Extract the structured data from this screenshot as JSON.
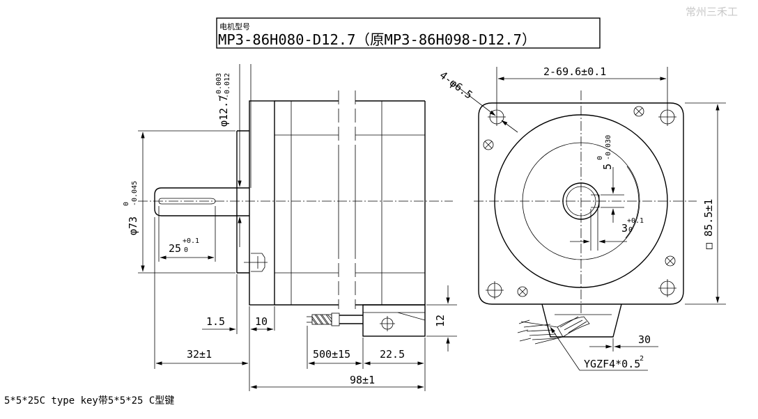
{
  "watermark": "常州三禾工",
  "title_block": {
    "label": "电机型号",
    "model": "MP3-86H080-D12.7（原MP3-86H098-D12.7）"
  },
  "side_view": {
    "shaft_dia": "φ12.7",
    "shaft_tol_upper": "-0.003",
    "shaft_tol_lower": "-0.012",
    "boss_dia": "φ73",
    "boss_tol_upper": "0",
    "boss_tol_lower": "-0.045",
    "key_len": "25",
    "key_tol_upper": "+0.1",
    "key_tol_lower": "0",
    "boss_len": "1.5",
    "flange_thk": "10",
    "shaft_len": "32±1",
    "cable_len": "500±15",
    "box_len": "22.5",
    "box_h": "12",
    "body_len": "98±1"
  },
  "front_view": {
    "holes": "4-φ6.5",
    "hole_pitch": "2-69.6±0.1",
    "square": "□ 85.5±1",
    "key_w": "5",
    "key_w_tol_upper": "0",
    "key_w_tol_lower": "-0.030",
    "key_depth": "3",
    "key_depth_tol_upper": "+0.1",
    "key_depth_tol_lower": "0",
    "cable_dim": "30",
    "cable_spec": "YGZF4*0.5",
    "cable_spec_sup": "2"
  },
  "footnote": "5*5*25C type key带5*5*25 C型键"
}
